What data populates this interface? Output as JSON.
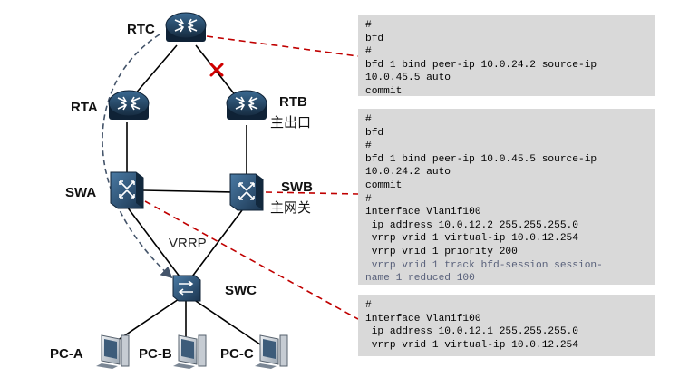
{
  "nodes": {
    "rtc": "RTC",
    "rta": "RTA",
    "rtb": "RTB",
    "rtb_sub": "主出口",
    "swa": "SWA",
    "swb": "SWB",
    "swb_sub": "主网关",
    "swc": "SWC",
    "pca": "PC-A",
    "pcb": "PC-B",
    "pcc": "PC-C"
  },
  "vrrp_label": "VRRP",
  "link_failure_marker": "x-mark",
  "colors": {
    "annotation": "#c00000",
    "vrrp_arrow": "#44546a",
    "router_fill": "#1f3b57",
    "box_fill": "#d9d9d9"
  },
  "configs": [
    {
      "lines": [
        "#",
        "bfd",
        "#",
        "bfd 1 bind peer-ip 10.0.24.2 source-ip",
        "10.0.45.5 auto",
        "commit"
      ]
    },
    {
      "lines": [
        "#",
        "bfd",
        "#",
        "bfd 1 bind peer-ip 10.0.45.5 source-ip",
        "10.0.24.2 auto",
        "commit",
        "#",
        "interface Vlanif100",
        " ip address 10.0.12.2 255.255.255.0",
        " vrrp vrid 1 virtual-ip 10.0.12.254",
        " vrrp vrid 1 priority 200",
        " vrrp vrid 1 track bfd-session session-",
        "name 1 reduced 100"
      ]
    },
    {
      "lines": [
        "#",
        "interface Vlanif100",
        " ip address 10.0.12.1 255.255.255.0",
        " vrrp vrid 1 virtual-ip 10.0.12.254"
      ]
    }
  ]
}
